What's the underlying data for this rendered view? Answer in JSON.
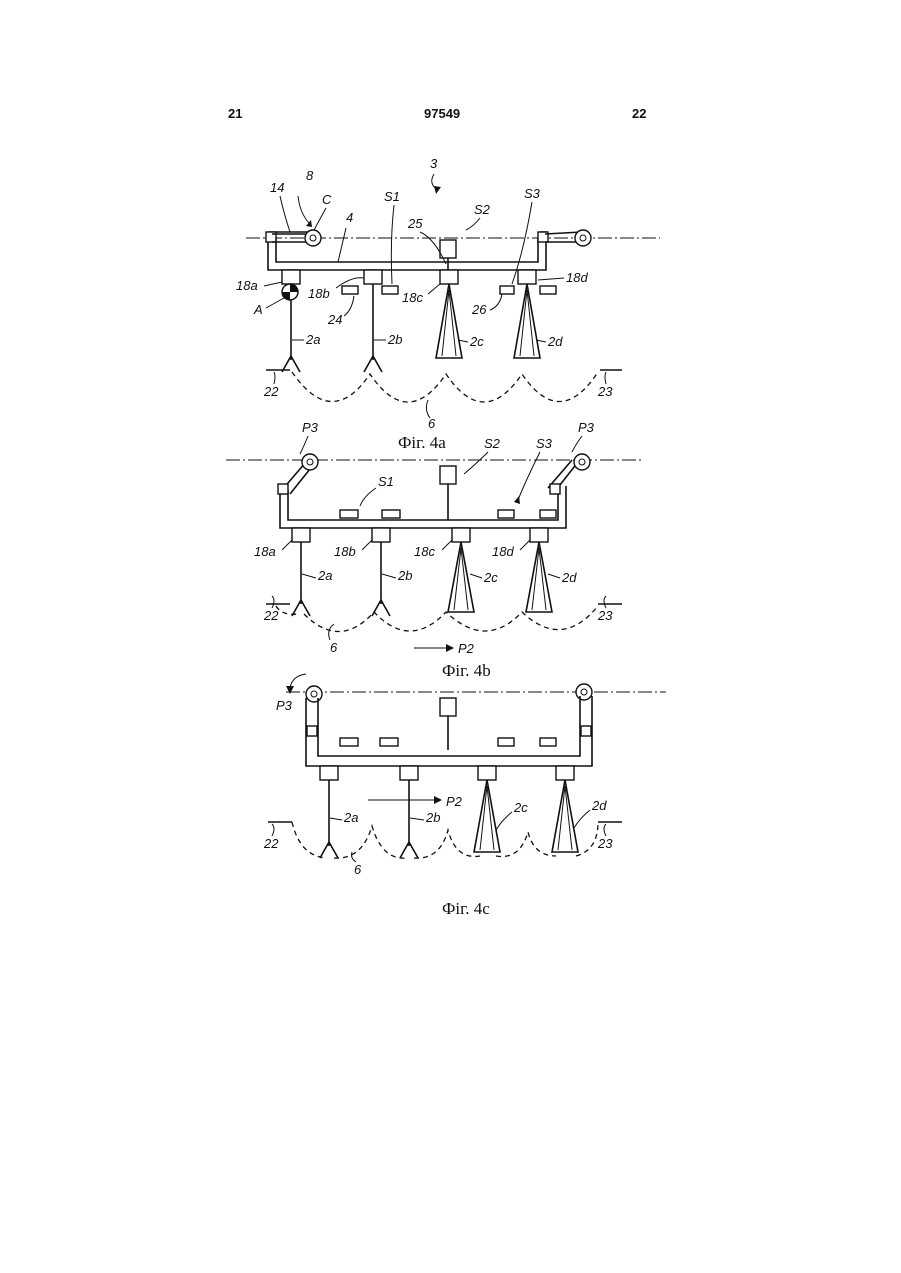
{
  "header": {
    "page_left": "21",
    "doc_number": "97549",
    "page_right": "22"
  },
  "fig4a": {
    "caption": "Фіг. 4а",
    "labels": {
      "n3": "3",
      "n8": "8",
      "n14": "14",
      "C": "C",
      "n4": "4",
      "S1": "S1",
      "S2": "S2",
      "S3": "S3",
      "n25": "25",
      "n18a": "18a",
      "n18b": "18b",
      "n18c": "18c",
      "n18d": "18d",
      "A": "A",
      "n24": "24",
      "n26": "26",
      "n2a": "2a",
      "n2b": "2b",
      "n2c": "2c",
      "n2d": "2d",
      "n22": "22",
      "n23": "23",
      "n6": "6"
    }
  },
  "fig4b": {
    "caption": "Фіг. 4b",
    "labels": {
      "P3_left": "P3",
      "P3_right": "P3",
      "S1": "S1",
      "S2": "S2",
      "S3": "S3",
      "n18a": "18a",
      "n18b": "18b",
      "n18c": "18c",
      "n18d": "18d",
      "n2a": "2a",
      "n2b": "2b",
      "n2c": "2c",
      "n2d": "2d",
      "n22": "22",
      "n23": "23",
      "n6": "6",
      "P2": "P2"
    }
  },
  "fig4c": {
    "caption": "Фіг. 4с",
    "labels": {
      "P3": "P3",
      "P2": "P2",
      "n2a": "2a",
      "n2b": "2b",
      "n2c": "2c",
      "n2d": "2d",
      "n22": "22",
      "n23": "23",
      "n6": "6"
    }
  }
}
